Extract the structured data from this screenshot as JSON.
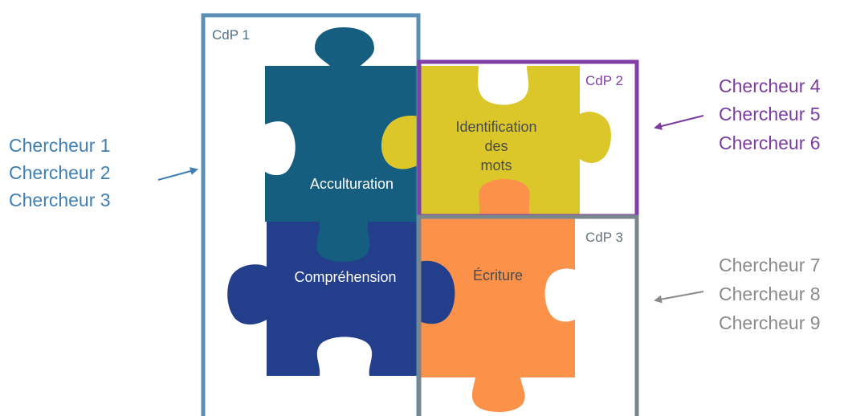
{
  "groups": [
    {
      "label": "CdP 1",
      "color": "#5b8fb5",
      "researchers": [
        "Chercheur 1",
        "Chercheur 2",
        "Chercheur 3"
      ],
      "researcher_color": "#3f7fb3"
    },
    {
      "label": "CdP 2",
      "color": "#7f3fa6",
      "researchers": [
        "Chercheur 4",
        "Chercheur 5",
        "Chercheur 6"
      ],
      "researcher_color": "#7a3d9f"
    },
    {
      "label": "CdP 3",
      "color": "#77878d",
      "researchers": [
        "Chercheur 7",
        "Chercheur 8",
        "Chercheur 9"
      ],
      "researcher_color": "#8a8a8a"
    }
  ],
  "pieces": {
    "acculturation": {
      "label": "Acculturation",
      "color": "#155e80"
    },
    "identification": {
      "lines": [
        "Identification",
        "des",
        "mots"
      ],
      "color": "#dcc72b"
    },
    "comprehension": {
      "label": "Compréhension",
      "color": "#233e8b"
    },
    "ecriture": {
      "label": "Écriture",
      "color": "#fc914a"
    }
  }
}
